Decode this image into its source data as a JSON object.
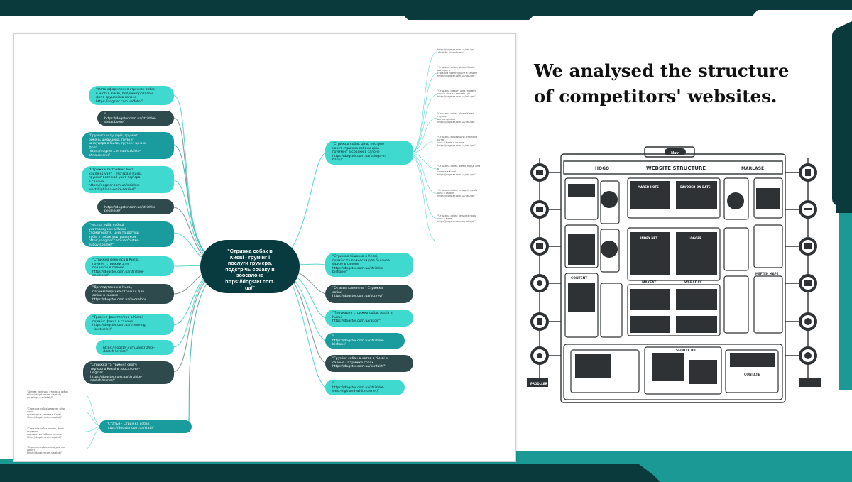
{
  "slide": {
    "heading": "We analysed the structure\nof competitors' websites.",
    "colors": {
      "dark_band": "#0b3a3d",
      "teal_band": "#1b9a95",
      "dark_node": "#2f4a4c",
      "teal_node": "#3fd9d0",
      "mid_node": "#1a9b9e",
      "central_node": "#083b3f",
      "wire_dark": "#2e3234"
    }
  },
  "mindmap": {
    "central": "\"Стрижка собак в\nКиєві - грумінг і\nпослуги грумера,\nподстрічь собаку в\nзоосалоне\nhttps://dogster.com.\nua/\"",
    "left_nodes": [
      {
        "text": "\"Фото оформлення стрижок собак\nв місті в Києві, подійки протягом,\nфото грумерів в салоне\nhttps://dogster.com.ua/foto/\""
      },
      {
        "text": "\"\nhttps://dogster.com.ua/strizhke-\nshnaubsere\""
      },
      {
        "text": "\"Грумінг шнауцерів, грумінг\nріжень шнауцера, грумінг\nшнауцера в Києві, грумінг ціна в\nфото\nhttps://dogster.com.ua/strizhke-\nshnaubsere/\""
      },
      {
        "text": "\"Стрижки та тримінг вест\nхайленд уайт - тер'єра в Києві,\nгрумінг вест хай уайт тер'єра\nв салоне\nhttps://dogster.com.ua/strizhke-\nwest-highland-white-terrier/\""
      },
      {
        "text": "\"\nhttps://dogster.com.ua/strizhke-\npekinese/\""
      },
      {
        "text": "\"Чистка зубів собаці\nультразвуком в Києві -\nстоматологія, ціна та догляд\nзубів у собак ультразвуком\nhttps://dogster.com.ua/chistke-\nzubov-sobake/\""
      },
      {
        "text": "\"Стрижка пекінеса в Києві,\nгрумінг стрижки для\nпекінесів в салоне\nhttps://dogster.com.ua/strizhke-\npekinese/\""
      },
      {
        "text": "\"Догляд також в Києві,\nпарикмахерська стрижки для\nсобак в салоне\nhttps://dogster.com.ua/zoosalon/\n\""
      },
      {
        "text": "\"Тримінг фокстер'єра в Києві,\nгрумінг фокса в салоне\nhttps://dogster.com.ua/trimming\n-fox-terrier/\""
      },
      {
        "text": "\"\nhttps://dogster.com.ua/strizhke-\ndoxtch-terrier/\""
      },
      {
        "text": "\"Стрижка та тримінг скотч\nтер'єра в Києві в зоосалоне -\nDogster\nhttps://dogster.com.ua/strizhke-\ndoxtch-terrier/\""
      },
      {
        "text": "\"Статьи - Стрижка собак\nhttps://dogster.com.ua/stati/\""
      }
    ],
    "right_nodes": [
      {
        "text": "\"Стрижка собак ціна, поступо\nхочет стрижка собаки ціна\nгруммінг в собаки в салоне\nhttps://dogster.com.ua/usluga-in\nbany/\""
      },
      {
        "text": "\"Стрижка бішонов в Києві,\nгрумінг та прически для бішонов\nфризе в салоне\nhttps://dogster.com.ua/strizhke-\nbishone/\""
      },
      {
        "text": "\"Отзывы клиентов - Стрижка\nсобак\nhttps://dogster.com.ua/otzyvy/\""
      },
      {
        "text": "\"Перукарня стрижка собак Акція в\nКиєві\nhttps://dogster.com.ua/akcii/\""
      },
      {
        "text": "\"\nhttps://dogster.com.ua/strizhke-\nbishone\""
      },
      {
        "text": "\"Грумінг собак в котов в Києві в\nсалоне - Стрижка собак\nhttps://dogster.com.ua/kontakt/\""
      },
      {
        "text": "\"\nhttps://dogster.com.ua/strizhke-\nwest-highland-white-terrier/\""
      }
    ],
    "right_leaves": [
      "https://dogster.com.ua/usluga/\n-strizhke-shnaubsere/",
      "\"Стрижка собак ціна в Києві - догляд та\nстрижка прейскурант в салоне\nhttps://dogster.com.ua/usluga/\"",
      "\"Стрижка шерсті ціна, тримінг\nкогтів ціна та перелік цін\nhttps://dogster.com.ua/usluga/\"",
      "\"Стрижка собак ціна в Києві - груминг\nцена стрижки\nhttps://dogster.com.ua/usluga/\"",
      "\"Стрижка кошки ціна, стрижка котів\nціна в Києві в салоне\nhttps://dogster.com.ua/usluga/\"",
      "\"Стрижка собак малих порід ціна в\nсалоне в Києві\nhttps://dogster.com.ua/usluga/\"",
      "\"Стрижка собак середніх порід\nціна в салоне\nhttps://dogster.com.ua/usluga/\"",
      "\"Стрижка собак великих порід\nціна в Києві\nhttps://dogster.com.ua/usluga/\""
    ],
    "left_leaves": [
      "\"Цінова політика стрижки собак\nhttps://dogster.com.ua/stati/\ngrumingu-v-shtatah/\"",
      "\"Стрижка собак девочек ціна, фото\nприклади в салоне в Києві\nhttps://dogster.com.ua/stati/\"",
      "\"Стрижка собак летом, фото стрижок\nпородистих собак в салоне\nhttps://dogster.com.ua/stati/\"",
      "\"Стрижка собак колорування шерсті\nhttps://dogster.com.ua/stati/\""
    ]
  },
  "wireframe": {
    "header_center": "WEBSITE STRUCTURE",
    "header_left": "HOGO",
    "header_right": "MARLASE",
    "top_pill": "Nav",
    "labels": [
      "MARED HOTE",
      "EAVOOED ON DATE",
      "INDEX NET",
      "LOGGER",
      "CONTENT",
      "MAKEAT",
      "WEBADAY",
      "MEFTEN MAPE",
      "SEOUTE BIL",
      "CONTATE",
      "PRODLLER"
    ],
    "icons": [
      "twitter-icon",
      "browser-icon",
      "image-icon",
      "person-icon",
      "plant-icon",
      "gear-icon",
      "pen-icon",
      "minus-icon",
      "mail-icon",
      "hands-icon",
      "globe-icon",
      "settings-icon"
    ]
  }
}
